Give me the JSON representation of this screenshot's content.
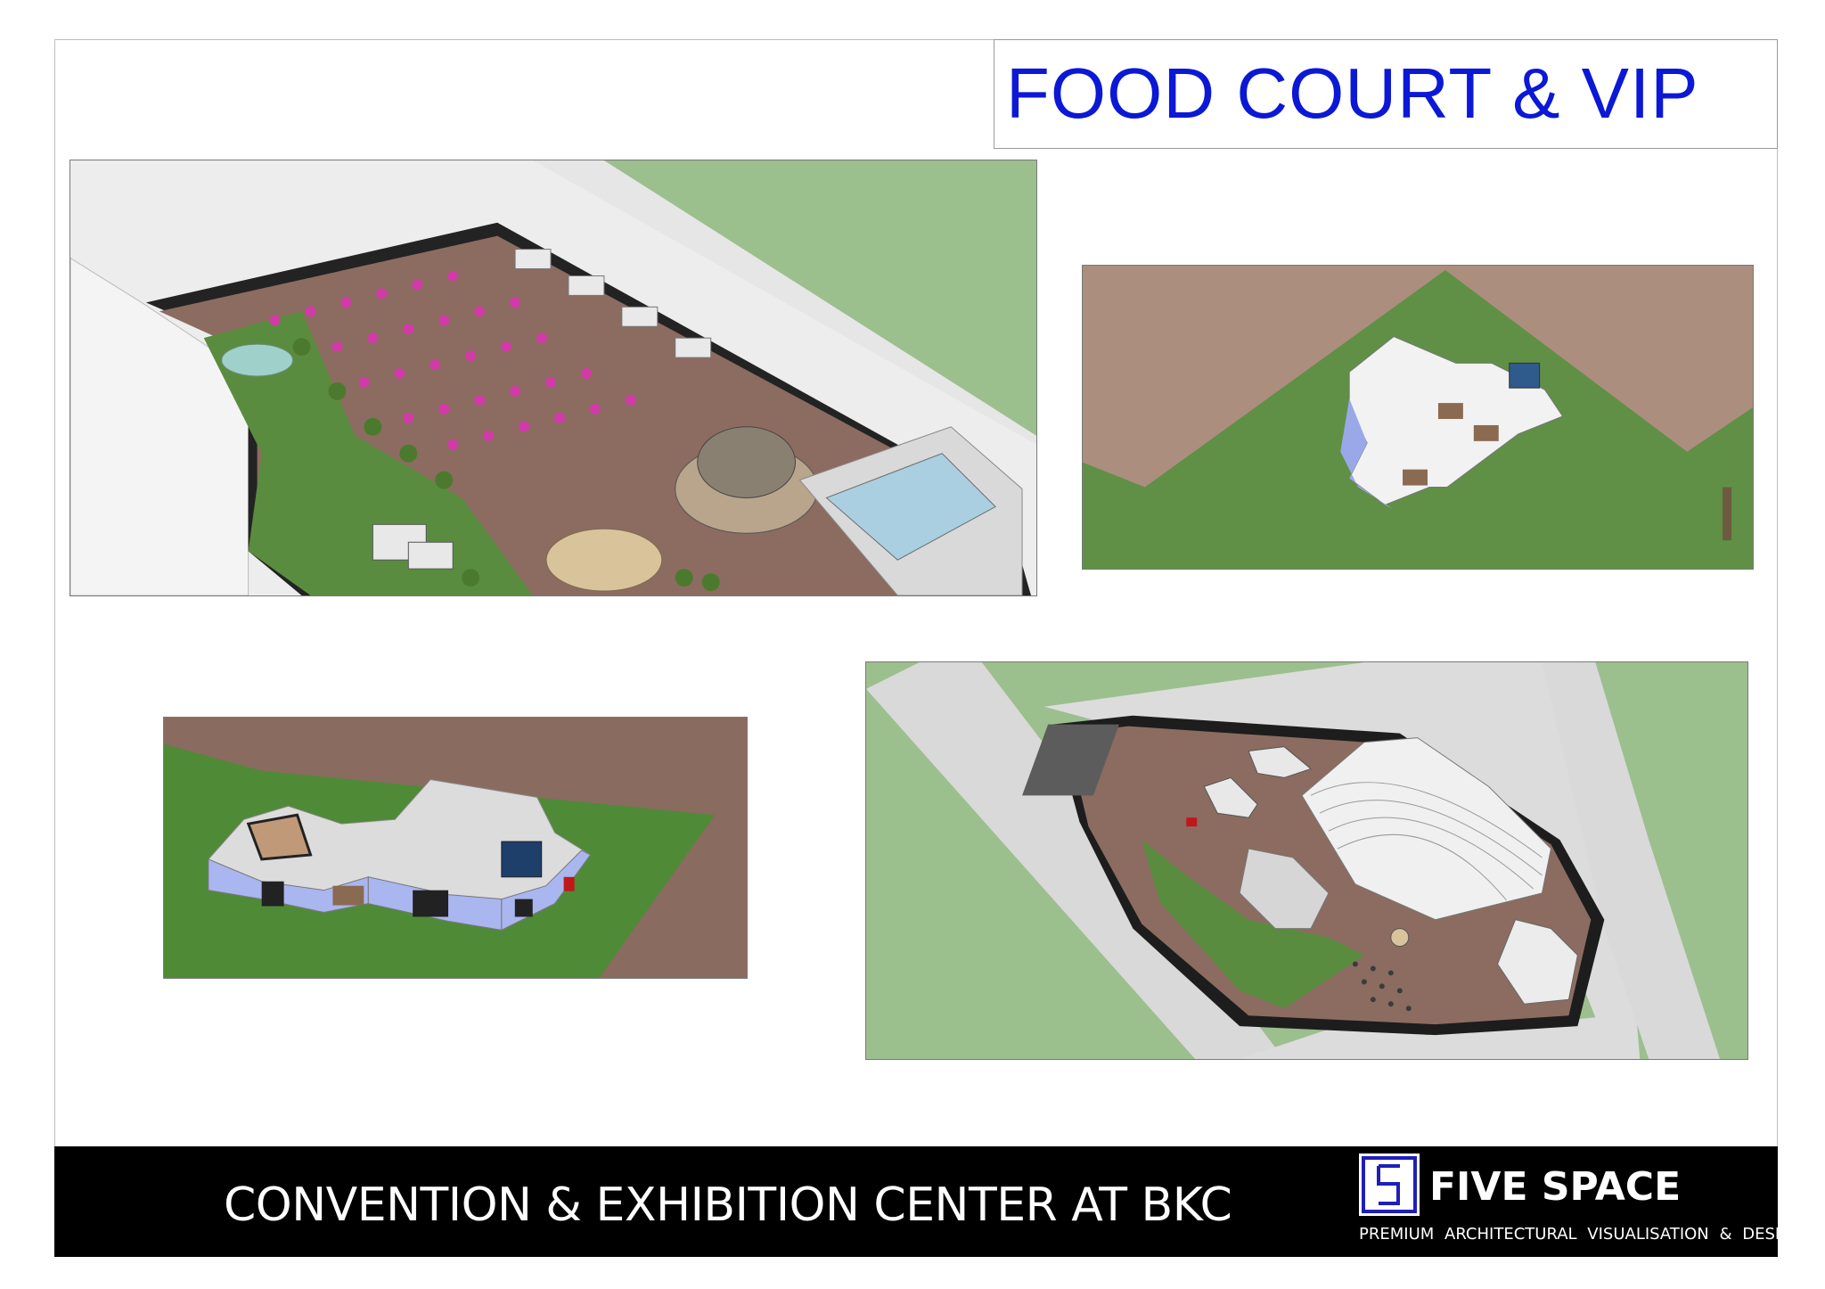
{
  "header": {
    "title": "FOOD COURT & VIP"
  },
  "footer": {
    "project_title": "CONVENTION & EXHIBITION CENTER AT BKC",
    "brand_name": "FIVE SPACE",
    "brand_tagline": "PREMIUM ARCHITECTURAL VISUALISATION & DESIGN",
    "logo_icon": "five-space-logo-icon"
  },
  "colors": {
    "title": "#0b18d6",
    "grass": "#5f9046",
    "light_grass": "#9cbf8e",
    "paving": "#8f6e62",
    "road": "#dcdcdc",
    "footer": "#000000"
  },
  "views": [
    {
      "name": "food-court-aerial-view"
    },
    {
      "name": "vip-block-top-view"
    },
    {
      "name": "vip-block-perspective-view"
    },
    {
      "name": "site-master-plan-view"
    }
  ]
}
